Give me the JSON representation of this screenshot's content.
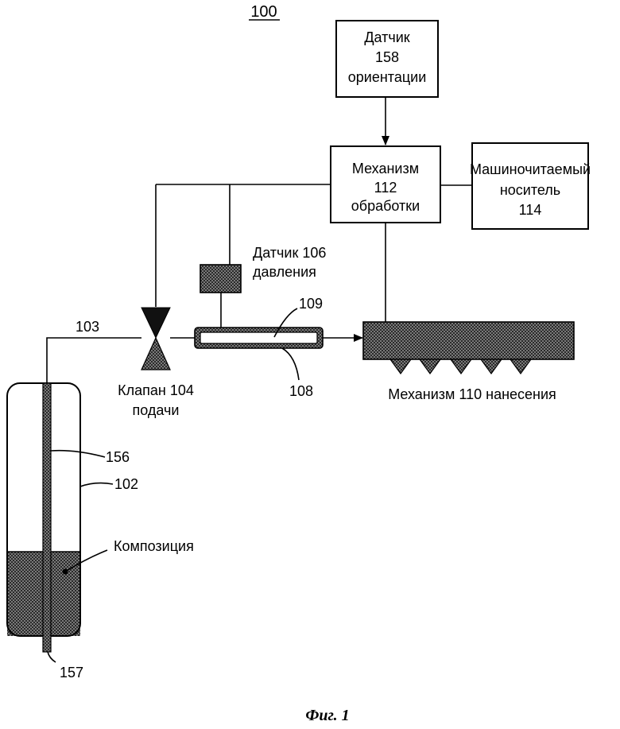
{
  "figure_number": "100",
  "orientation_sensor": {
    "line1": "Датчик",
    "line2": "158",
    "line3": "ориентации"
  },
  "processing_unit": {
    "line1": "Механизм",
    "line2": "112",
    "line3": "обработки"
  },
  "storage_medium": {
    "line1": "Машиночитаемый",
    "line2": "носитель",
    "line3": "114"
  },
  "pressure_sensor": {
    "line1": "Датчик 106",
    "line2": "давления"
  },
  "valve": {
    "line1": "Клапан 104",
    "line2": "подачи"
  },
  "applicator_label": "Механизм 110 нанесения",
  "refs": {
    "line_103": "103",
    "tube_109": "109",
    "tube_108": "108",
    "rod_156": "156",
    "container_102": "102",
    "bottom_157": "157"
  },
  "composition_label": "Композиция",
  "caption": "Фиг. 1"
}
